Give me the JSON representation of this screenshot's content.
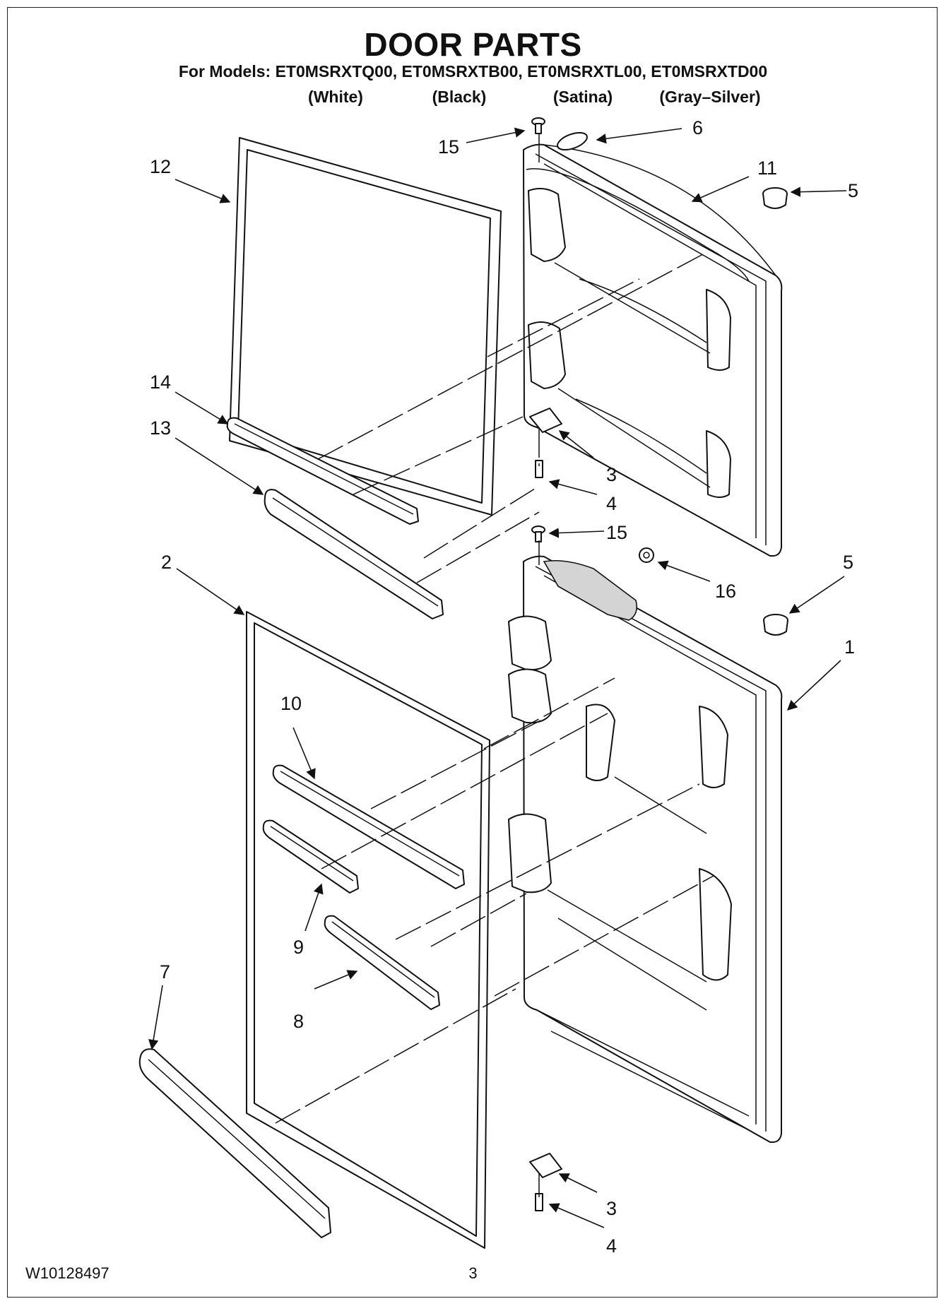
{
  "title": "DOOR PARTS",
  "models_line": "For Models: ET0MSRXTQ00, ET0MSRXTB00, ET0MSRXTL00, ET0MSRXTD00",
  "variants": [
    "(White)",
    "(Black)",
    "(Satina)",
    "(Gray–Silver)"
  ],
  "callouts": {
    "c1": "1",
    "c2": "2",
    "c3a": "3",
    "c3b": "3",
    "c4a": "4",
    "c4b": "4",
    "c5a": "5",
    "c5b": "5",
    "c6": "6",
    "c7": "7",
    "c8": "8",
    "c9": "9",
    "c10": "10",
    "c11": "11",
    "c12": "12",
    "c13": "13",
    "c14": "14",
    "c15a": "15",
    "c15b": "15",
    "c16": "16"
  },
  "footer": {
    "doc_number": "W10128497",
    "page_number": "3"
  }
}
